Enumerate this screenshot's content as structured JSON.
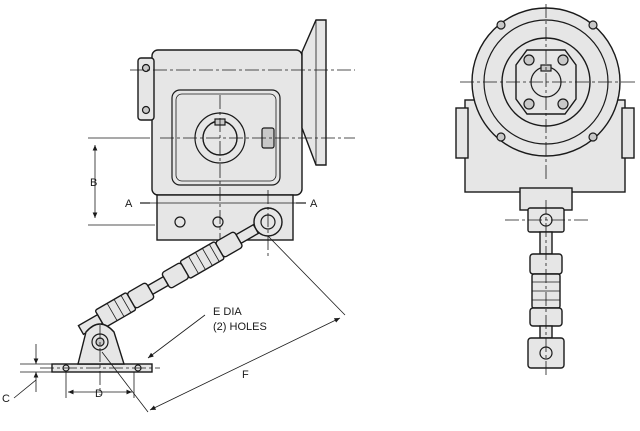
{
  "labels": {
    "a_left": "A",
    "a_right": "A",
    "b": "B",
    "c": "C",
    "d": "D",
    "e_line1": "E DIA",
    "e_line2": "(2) HOLES",
    "f": "F"
  },
  "colors": {
    "line": "#1a1a1a",
    "fill": "#e6e6e6",
    "shade": "#c8c8c8",
    "background": "#ffffff"
  }
}
